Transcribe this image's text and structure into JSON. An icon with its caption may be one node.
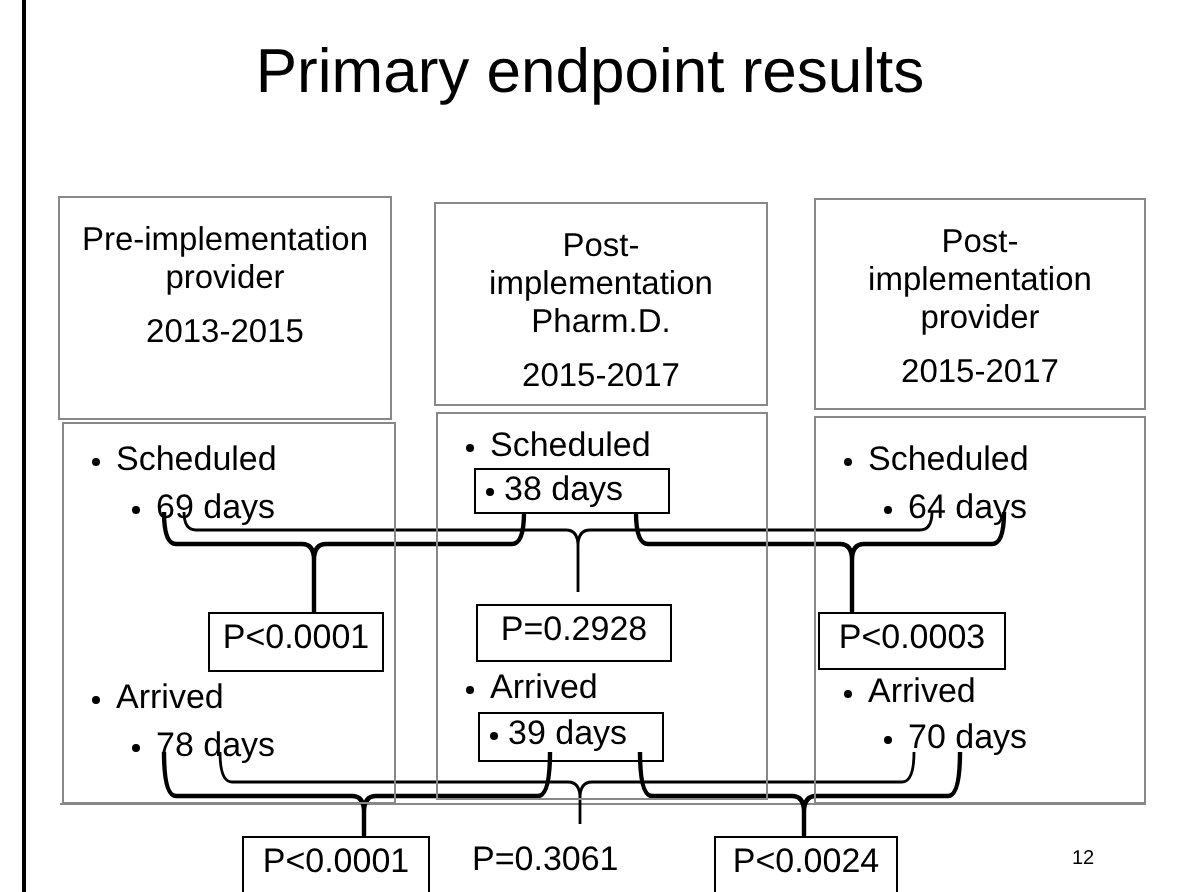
{
  "diagram": {
    "title": "Primary endpoint results",
    "nodes": [
      {
        "text": [
          "Pre-implementation provider",
          "2013-2015"
        ]
      },
      {
        "text": [
          "Post-implementation Pharm.D.",
          "2015-2017"
        ]
      },
      {
        "text": [
          "Post-implementation provider",
          "2015-2017"
        ]
      },
      {
        "text": [
          "Scheduled",
          "69 days",
          "Arrived",
          "78 days"
        ]
      },
      {
        "text": [
          "Scheduled",
          "Arrived"
        ]
      },
      {
        "text": [
          "Scheduled",
          "64 days",
          "Arrived",
          "70 days"
        ]
      },
      {
        "text": [
          "38 days"
        ],
        "in": 4
      },
      {
        "text": [
          "39 days"
        ],
        "in": 4
      },
      {
        "text": [
          "P<0.0001"
        ],
        "in": 3
      },
      {
        "text": [
          "P=0.2928"
        ],
        "in": 4
      },
      {
        "text": [
          "P<0.0003"
        ],
        "in": 5
      },
      {
        "text": [
          "P<0.0001"
        ]
      },
      {
        "text": [
          "P<0.0024"
        ]
      }
    ],
    "edges": [],
    "labels": [
      "P=0.3061",
      "12"
    ]
  }
}
